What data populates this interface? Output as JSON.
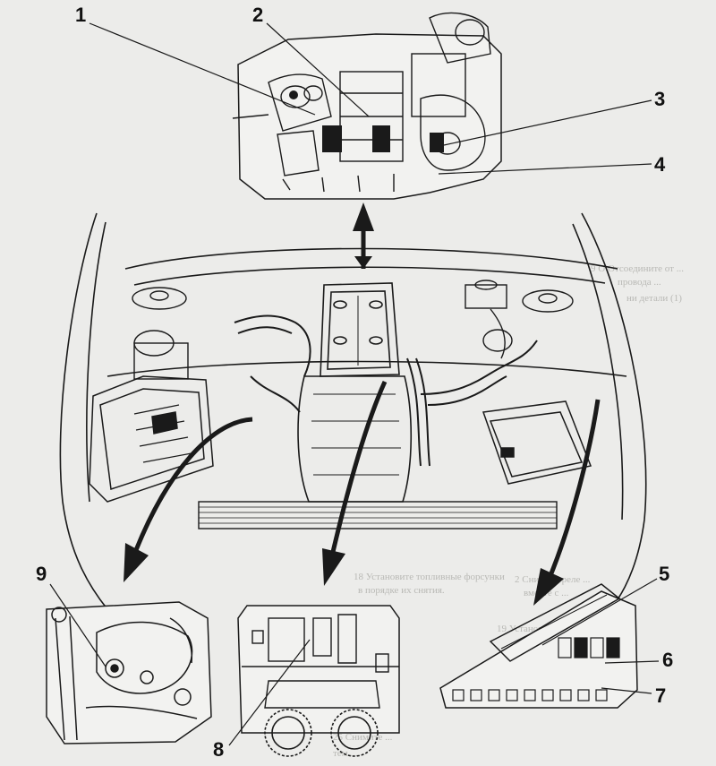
{
  "figure": {
    "callouts": [
      {
        "id": "c1",
        "label": "1"
      },
      {
        "id": "c2",
        "label": "2"
      },
      {
        "id": "c3",
        "label": "3"
      },
      {
        "id": "c4",
        "label": "4"
      },
      {
        "id": "c5",
        "label": "5"
      },
      {
        "id": "c6",
        "label": "6"
      },
      {
        "id": "c7",
        "label": "7"
      },
      {
        "id": "c8",
        "label": "8"
      },
      {
        "id": "c9",
        "label": "9"
      }
    ],
    "bleed_text": {
      "b1": "9 О Отсоедините от ... ",
      "b2": "провода ... ",
      "b3": "ни детали (1)",
      "b4": "18 Установите топливные форсунки",
      "b5": "в порядке их снятия.",
      "b6": "2 Снимите реле ...",
      "b7": "вместе с ...",
      "b8": "19 Установите ...",
      "b9": "25 Снимите ...",
      "b10": "тем ..."
    },
    "colors": {
      "background": "#ececea",
      "ink": "#1a1a1a",
      "bleed": "#b9b9b5"
    }
  }
}
